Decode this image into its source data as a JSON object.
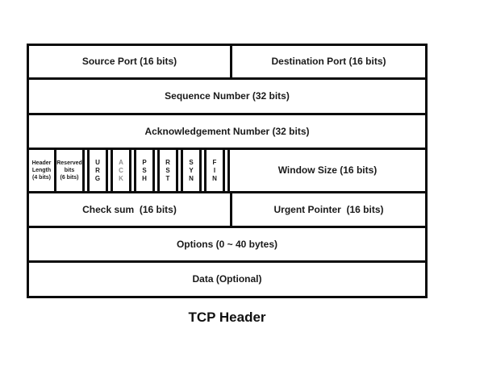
{
  "caption": "TCP Header",
  "colors": {
    "background": "#ffffff",
    "border": "#0b0b0b",
    "text": "#1a1a1a",
    "ack_flag_text": "#8f8f8f"
  },
  "fields": {
    "source_port": "Source Port (16 bits)",
    "destination_port": "Destination Port (16 bits)",
    "sequence_number": "Sequence Number (32 bits)",
    "acknowledgement_number": "Acknowledgement Number (32 bits)",
    "header_length": "Header\nLength\n(4 bits)",
    "reserved_bits": "Reserved\nbits\n(6 bits)",
    "flags": {
      "urg": "U\nR\nG",
      "ack": "A\nC\nK",
      "psh": "P\nS\nH",
      "rst": "R\nS\nT",
      "syn": "S\nY\nN",
      "fin": "F\nI\nN"
    },
    "window_size": "Window Size (16 bits)",
    "checksum": "Check sum  (16 bits)",
    "urgent_pointer": "Urgent Pointer  (16 bits)",
    "options": "Options (0 ~ 40 bytes)",
    "data": "Data (Optional)"
  }
}
